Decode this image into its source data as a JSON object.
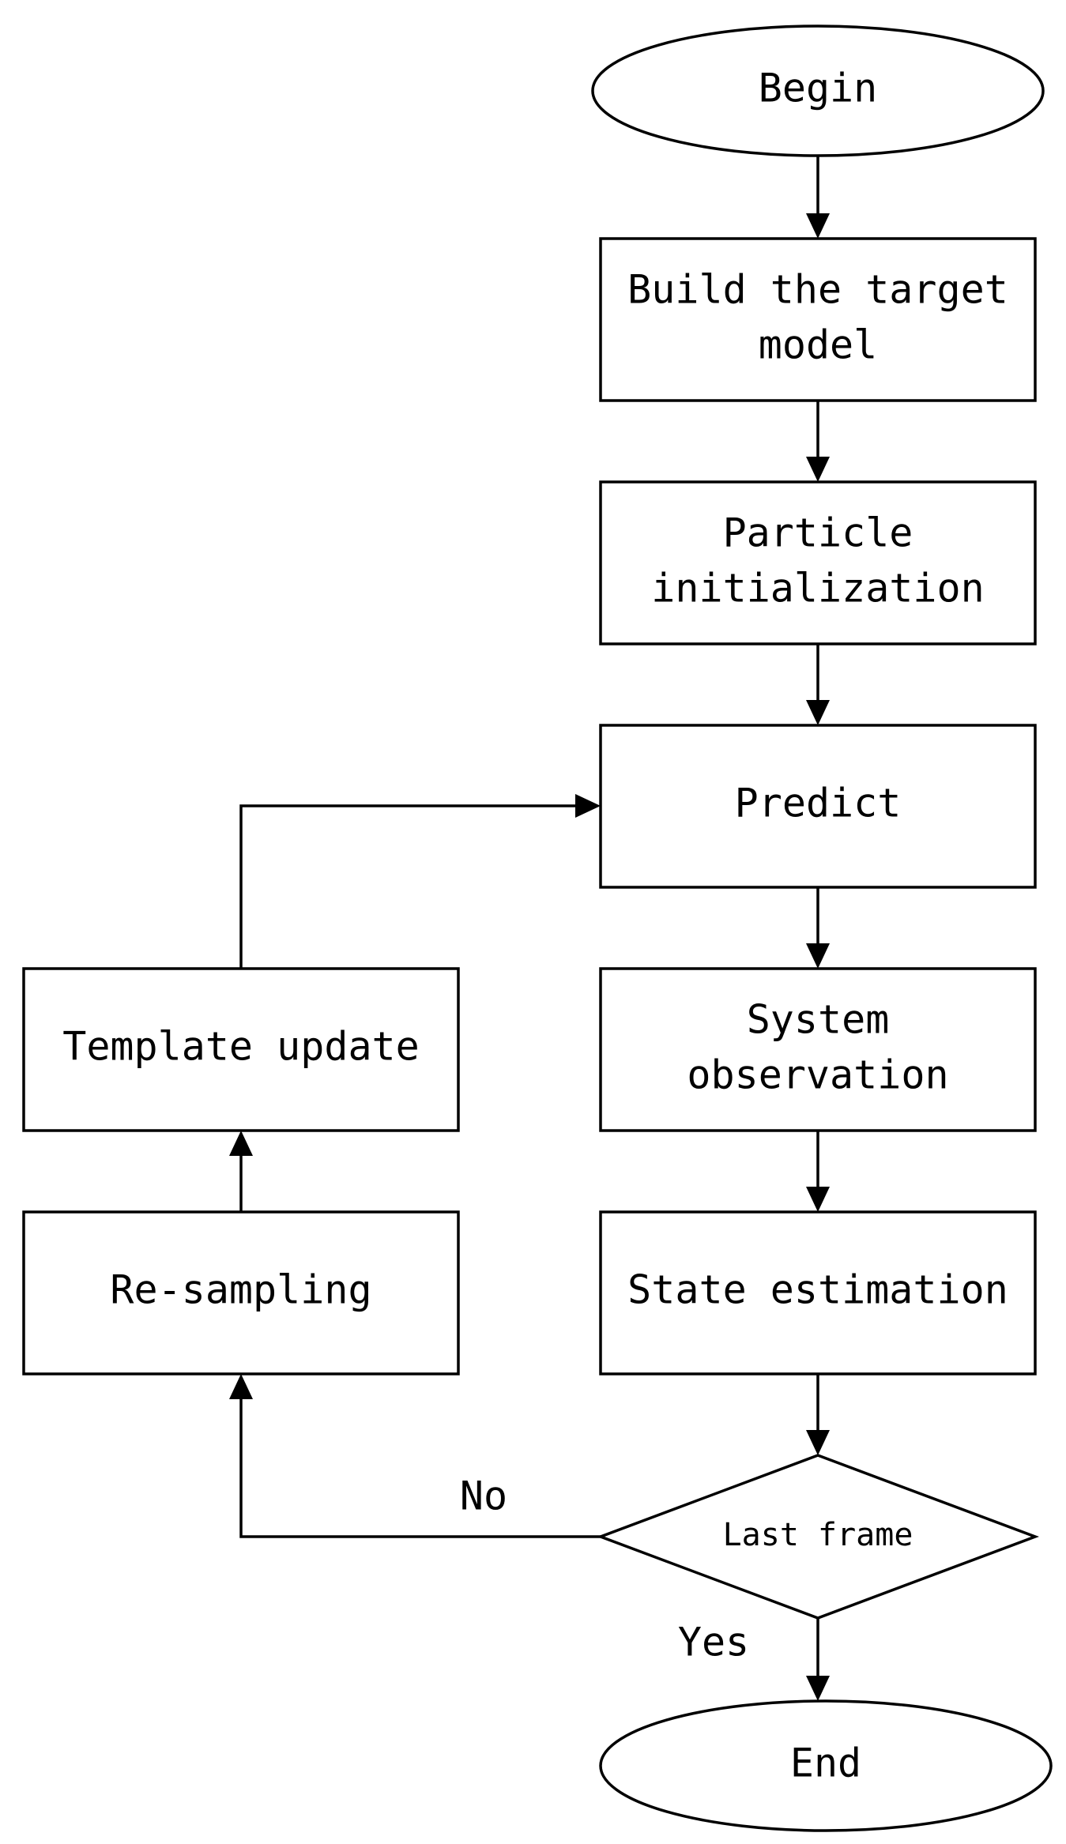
{
  "nodes": {
    "begin": "Begin",
    "build_line1": "Build the target",
    "build_line2": "model",
    "particle_line1": "Particle",
    "particle_line2": "initialization",
    "predict": "Predict",
    "system_line1": "System",
    "system_line2": "observation",
    "state": "State estimation",
    "decision": "Last frame",
    "resampling": "Re-sampling",
    "template": "Template update",
    "end": "End"
  },
  "edges": {
    "no": "No",
    "yes": "Yes"
  }
}
